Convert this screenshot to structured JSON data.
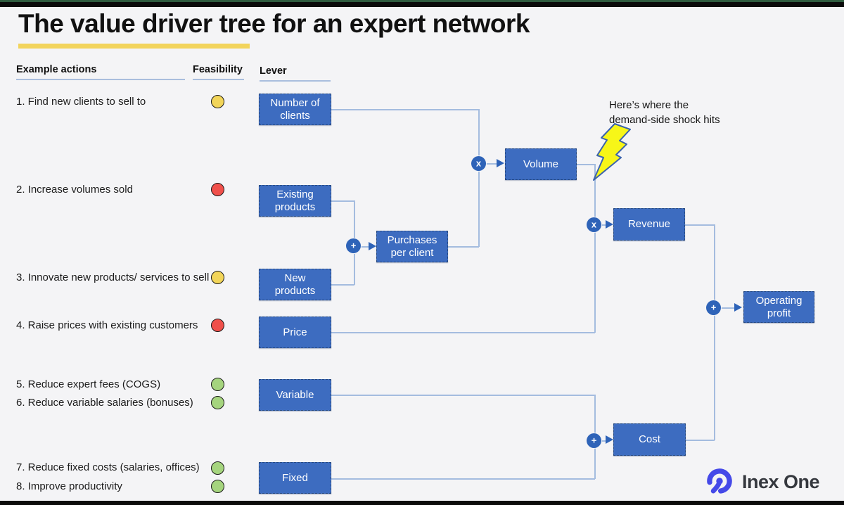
{
  "title": "The value driver tree for an expert network",
  "columns": {
    "example_actions": "Example actions",
    "feasibility": "Feasibility",
    "lever": "Lever"
  },
  "actions": [
    {
      "label": "1. Find new clients to sell to",
      "feasibility": "yellow"
    },
    {
      "label": "2. Increase volumes sold",
      "feasibility": "red"
    },
    {
      "label": "3. Innovate new products/ services to sell",
      "feasibility": "yellow"
    },
    {
      "label": "4. Raise prices with existing customers",
      "feasibility": "red"
    },
    {
      "label": "5. Reduce expert fees (COGS)",
      "feasibility": "green"
    },
    {
      "label": "6. Reduce variable salaries (bonuses)",
      "feasibility": "green"
    },
    {
      "label": "7. Reduce fixed costs (salaries, offices)",
      "feasibility": "green"
    },
    {
      "label": "8. Improve productivity",
      "feasibility": "green"
    }
  ],
  "feasibility_colors": {
    "yellow": "#f2d559",
    "red": "#f0504b",
    "green": "#a5d47e"
  },
  "tree": {
    "nodes": [
      {
        "id": "number-of-clients",
        "label": "Number of clients"
      },
      {
        "id": "existing-products",
        "label": "Existing products"
      },
      {
        "id": "new-products",
        "label": "New products"
      },
      {
        "id": "purchases-per-client",
        "label": "Purchases per client"
      },
      {
        "id": "volume",
        "label": "Volume"
      },
      {
        "id": "price",
        "label": "Price"
      },
      {
        "id": "variable",
        "label": "Variable"
      },
      {
        "id": "fixed",
        "label": "Fixed"
      },
      {
        "id": "revenue",
        "label": "Revenue"
      },
      {
        "id": "cost",
        "label": "Cost"
      },
      {
        "id": "operating-profit",
        "label": "Operating profit"
      }
    ],
    "operators": [
      {
        "id": "plus-purchases",
        "glyph": "+"
      },
      {
        "id": "multiply-volume",
        "glyph": "x"
      },
      {
        "id": "multiply-revenue",
        "glyph": "x"
      },
      {
        "id": "plus-cost",
        "glyph": "+"
      },
      {
        "id": "plus-operating-profit",
        "glyph": "+"
      }
    ]
  },
  "annotation": {
    "line1": "Here’s where the",
    "line2": "demand-side shock hits"
  },
  "logo": {
    "text": "Inex One"
  },
  "colors": {
    "node_fill": "#3d6cc0",
    "node_border": "#27497f",
    "connector": "#a4bcdf",
    "operator": "#2e63b8",
    "title_underline": "#f2d45c",
    "bolt_fill": "#f7f618",
    "background": "#f4f4f6",
    "logo_blue": "#4549e8"
  }
}
